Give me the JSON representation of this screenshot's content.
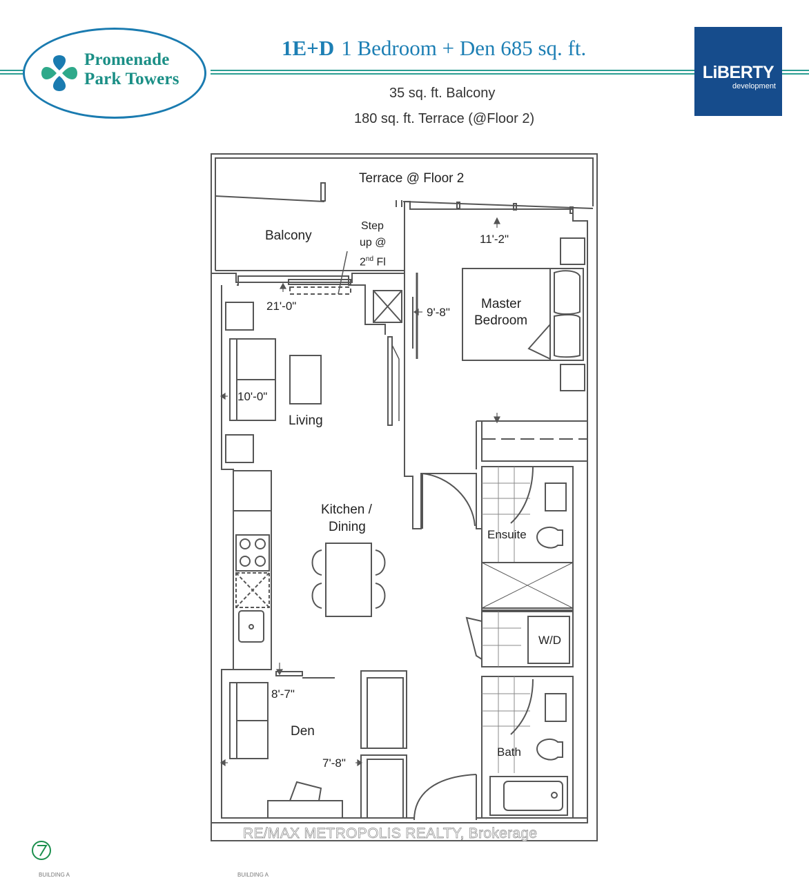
{
  "header": {
    "brand_line1": "Promenade",
    "brand_line2": "Park Towers",
    "unit_code": "1E+D",
    "unit_desc": "1 Bedroom + Den 685 sq. ft.",
    "balcony_area": "35 sq. ft. Balcony",
    "terrace_area": "180 sq. ft. Terrace (@Floor 2)",
    "developer": "LiBERTY",
    "developer_sub": "development"
  },
  "rooms": {
    "terrace": "Terrace @ Floor 2",
    "balcony": "Balcony",
    "step_up": "Step",
    "step_up2": "up @",
    "step_up3": "2",
    "step_up3_sup": "nd",
    "step_up3_end": " Fl",
    "master_1": "Master",
    "master_2": "Bedroom",
    "living": "Living",
    "kitchen_1": "Kitchen /",
    "kitchen_2": "Dining",
    "ensuite": "Ensuite",
    "wd": "W/D",
    "bath": "Bath",
    "den": "Den"
  },
  "dimensions": {
    "living_width": "21'-0\"",
    "living_depth": "10'-0\"",
    "master_width": "11'-2\"",
    "master_depth": "9'-8\"",
    "den_width": "8'-7\"",
    "den_depth": "7'-8\""
  },
  "watermark": "RE/MAX METROPOLIS REALTY, Brokerage",
  "footer": {
    "left": "BUILDING A",
    "right": "BUILDING A"
  },
  "colors": {
    "teal": "#2a9d92",
    "blue": "#1d7fb4",
    "navy": "#164c8c",
    "wall": "#555555"
  }
}
